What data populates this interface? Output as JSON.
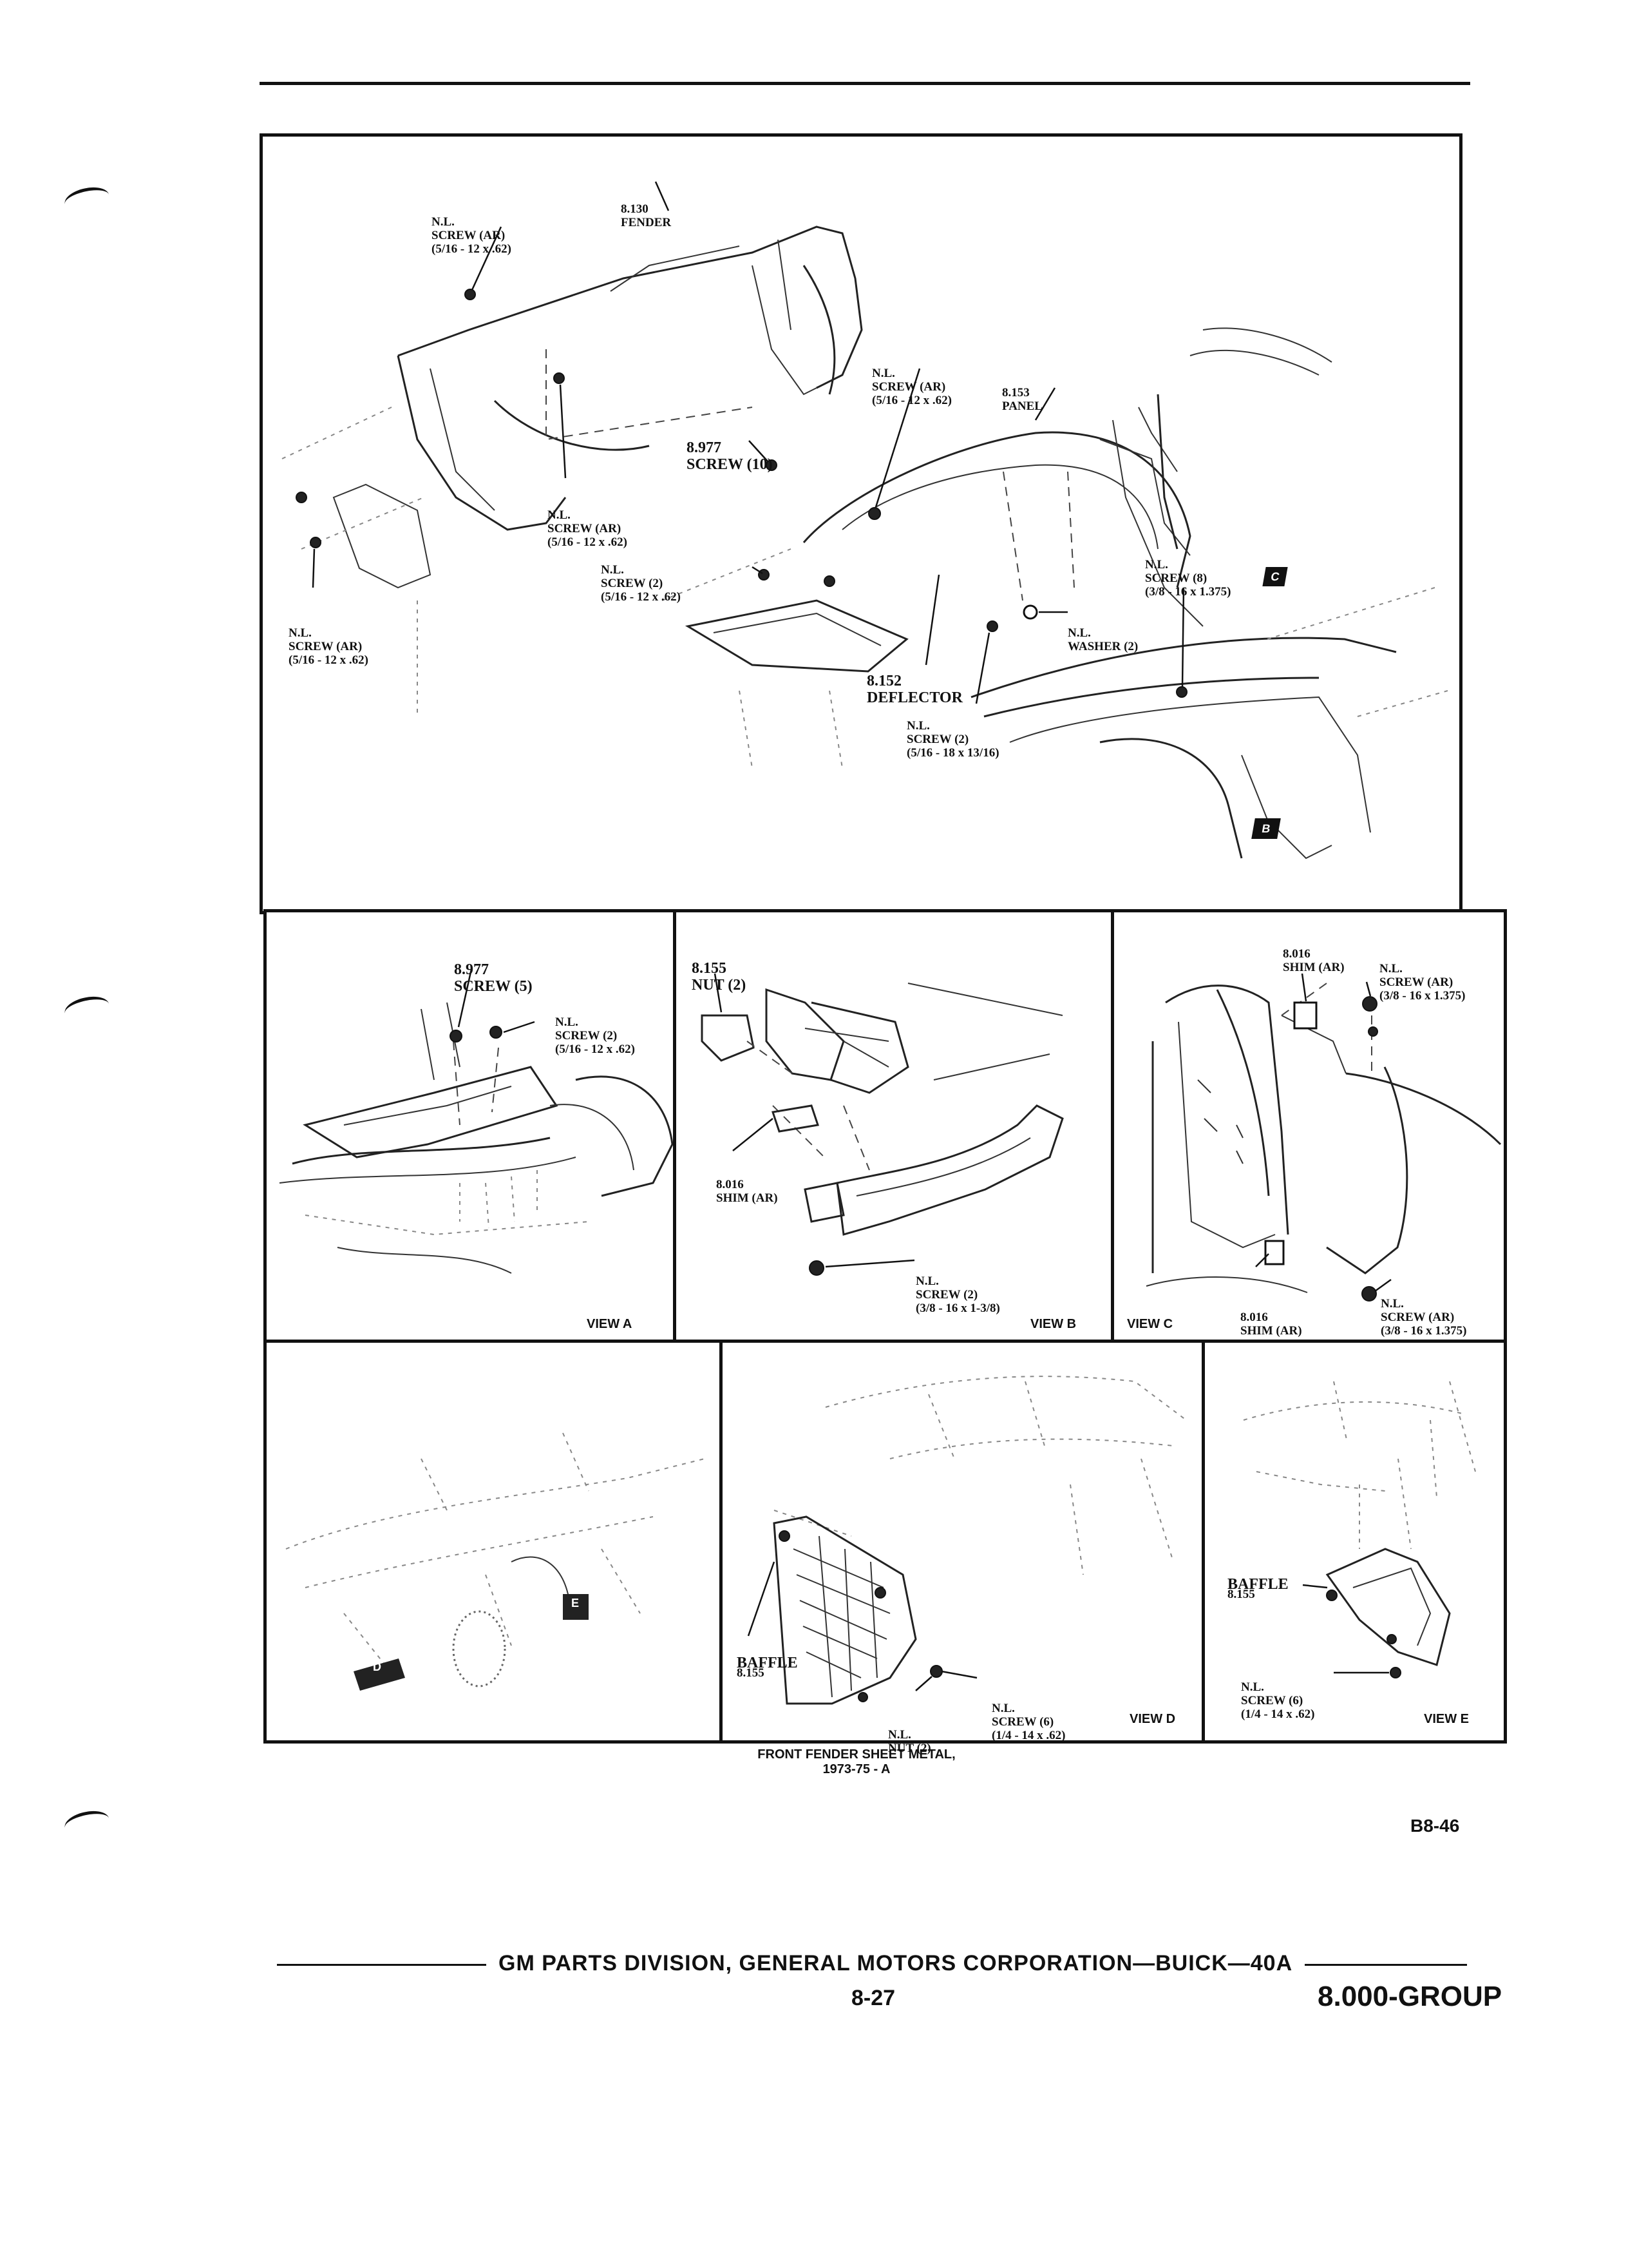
{
  "main_diagram": {
    "labels": {
      "screw_top": [
        "N.L.",
        "SCREW (AR)",
        "(5/16 - 12 x .62)"
      ],
      "fender": [
        "8.130",
        "FENDER"
      ],
      "screw_mid": [
        "N.L.",
        "SCREW (AR)",
        "(5/16 - 12 x .62)"
      ],
      "panel": [
        "8.153",
        "PANEL"
      ],
      "screw10": [
        "8.977",
        "SCREW (10)"
      ],
      "screw_left_inner": [
        "N.L.",
        "SCREW (AR)",
        "(5/16 - 12 x .62)"
      ],
      "screw2": [
        "N.L.",
        "SCREW (2)",
        "(5/16 - 12 x .62)"
      ],
      "screw_left": [
        "N.L.",
        "SCREW (AR)",
        "(5/16 - 12 x .62)"
      ],
      "screw8": [
        "N.L.",
        "SCREW (8)",
        "(3/8 - 16 x 1.375)"
      ],
      "washer": [
        "N.L.",
        "WASHER (2)"
      ],
      "deflector": [
        "8.152",
        "DEFLECTOR"
      ],
      "screw_bottom": [
        "N.L.",
        "SCREW (2)",
        "(5/16 - 18 x 13/16)"
      ],
      "callout_c": "C",
      "callout_b": "B"
    }
  },
  "view_a": {
    "labels": {
      "screw5": [
        "8.977",
        "SCREW (5)"
      ],
      "screw2": [
        "N.L.",
        "SCREW (2)",
        "(5/16 - 12 x .62)"
      ]
    },
    "title": "VIEW A"
  },
  "view_b": {
    "labels": {
      "nut": [
        "8.155",
        "NUT (2)"
      ],
      "shim": [
        "8.016",
        "SHIM (AR)"
      ],
      "screw": [
        "N.L.",
        "SCREW (2)",
        "(3/8 - 16 x 1-3/8)"
      ]
    },
    "title": "VIEW B"
  },
  "view_c": {
    "labels": {
      "shim_top": [
        "8.016",
        "SHIM (AR)"
      ],
      "screw_top": [
        "N.L.",
        "SCREW (AR)",
        "(3/8 - 16 x 1.375)"
      ],
      "shim_bottom": [
        "8.016",
        "SHIM (AR)"
      ],
      "screw_bottom": [
        "N.L.",
        "SCREW (AR)",
        "(3/8 - 16 x 1.375)"
      ]
    },
    "title": "VIEW C"
  },
  "view_d": {
    "labels": {
      "baffle": [
        "8.155",
        "BAFFLE"
      ],
      "screw": [
        "N.L.",
        "SCREW (6)",
        "(1/4 - 14 x .62)"
      ],
      "nut": [
        "N.L.",
        "NUT (2)"
      ]
    },
    "title": "VIEW D"
  },
  "view_e": {
    "labels": {
      "baffle": [
        "8.155",
        "BAFFLE"
      ],
      "screw": [
        "N.L.",
        "SCREW (6)",
        "(1/4 - 14 x .62)"
      ]
    },
    "title": "VIEW E"
  },
  "view_ref_markers": {
    "d": "D",
    "e": "E"
  },
  "caption": [
    "FRONT FENDER SHEET METAL,",
    "1973-75 - A"
  ],
  "figure_code": "B8-46",
  "footer": {
    "publisher": "GM PARTS DIVISION, GENERAL MOTORS CORPORATION—BUICK—40A",
    "page": "8-27",
    "group": "8.000-GROUP"
  }
}
